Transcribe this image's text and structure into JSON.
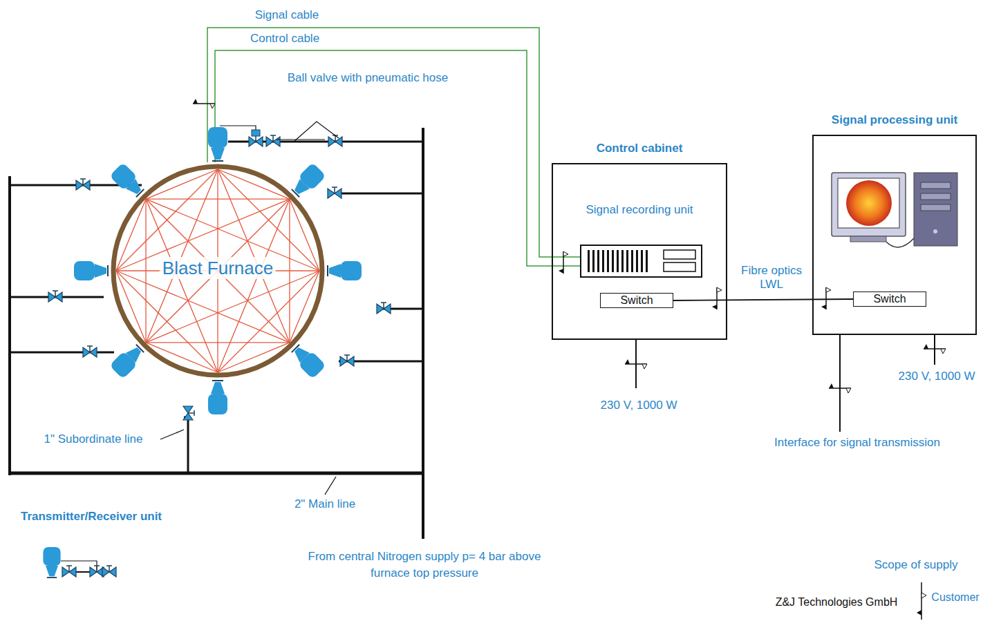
{
  "diagram": {
    "nodes": [
      {
        "text": [
          "Blast Furnace"
        ]
      },
      {
        "text": [
          "Control cabinet",
          "Signal recording unit"
        ]
      },
      {
        "text": [
          "Switch"
        ],
        "in": 1
      },
      {
        "text": [
          "Signal processing unit"
        ]
      },
      {
        "text": [
          "Switch"
        ],
        "in": 3
      }
    ],
    "edges": [
      {
        "from": 0,
        "to": 1,
        "label": "Signal cable",
        "arrow": "none"
      },
      {
        "from": 0,
        "to": 1,
        "label": "Control cable",
        "arrow": "none"
      },
      {
        "from": 2,
        "to": 4,
        "label": "Fibre optics LWL",
        "arrow": "none"
      }
    ],
    "labels": [
      "Ball valve with pneumatic hose",
      "1\" Subordinate line",
      "2\" Main line",
      "Transmitter/Receiver unit",
      "From central Nitrogen supply p= 4 bar above furnace top pressure",
      "230 V, 1000 W",
      "230 V, 1000 W",
      "Interface for signal transmission",
      "Scope of supply"
    ],
    "legend": [
      {
        "text": "Z&J Technologies GmbH"
      },
      {
        "text": "Customer"
      }
    ]
  }
}
